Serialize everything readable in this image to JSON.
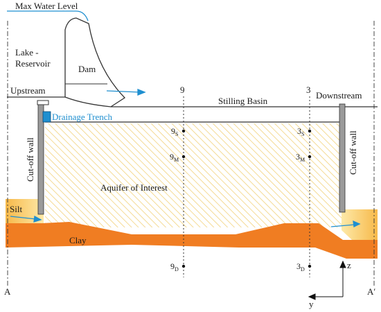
{
  "labels": {
    "max_water_level": "Max Water Level",
    "lake_line1": "Lake -",
    "lake_line2": "Reservoir",
    "dam": "Dam",
    "upstream": "Upstream",
    "downstream": "Downstream",
    "stilling_basin": "Stilling Basin",
    "drainage_trench": "Drainage Trench",
    "cutoff_wall_left": "Cut-off wall",
    "cutoff_wall_right": "Cut-off wall",
    "aquifer": "Aquifer of Interest",
    "silt": "Silt",
    "clay": "Clay",
    "section_a": "A",
    "section_a_prime": "A′",
    "axis_z": "z",
    "axis_y": "y"
  },
  "wells": [
    {
      "id": "9",
      "points": [
        {
          "base": "9",
          "sub": "S"
        },
        {
          "base": "9",
          "sub": "M"
        },
        {
          "base": "9",
          "sub": "D"
        }
      ]
    },
    {
      "id": "3",
      "points": [
        {
          "base": "3",
          "sub": "S"
        },
        {
          "base": "3",
          "sub": "M"
        },
        {
          "base": "3",
          "sub": "D"
        }
      ]
    }
  ],
  "colors": {
    "clay": "#f07d22",
    "silt_light": "#fde9a8",
    "silt_dark": "#f7b94a",
    "aquifer_hatch": "#f2d27a",
    "water_blue": "#1f8fd0",
    "wall_gray": "#9a9a9a"
  }
}
